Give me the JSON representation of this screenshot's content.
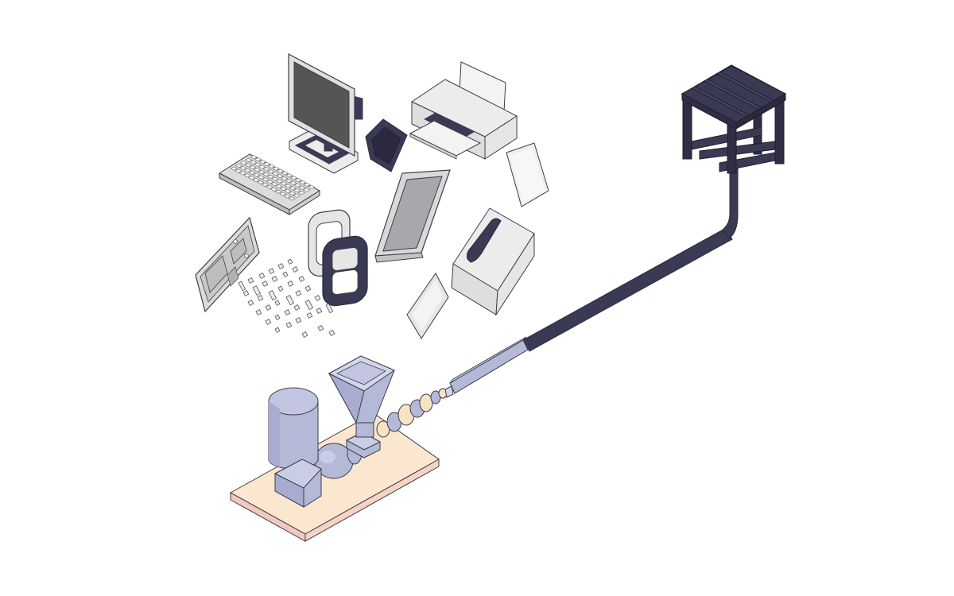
{
  "diagram": {
    "subject": "isometric-e-waste-recycling-extrusion",
    "colors": {
      "line": "#3d3d4a",
      "device_light": "#ececec",
      "device_mid": "#c8c8c8",
      "screen_dark": "#555555",
      "extrudate": "#3b3a55",
      "machine": "#b4b9d8",
      "machine_shadow": "#9aa0c6",
      "plastic_bead": "#f6e3c4",
      "base_top": "#fbe6cf",
      "base_side": "#f2c9bf"
    },
    "groups": [
      {
        "id": "waste-electronics",
        "items": [
          "monitor-icon",
          "keyboard-icon",
          "computer-mouse-icon",
          "printer-icon",
          "tablet-icon",
          "phone-icon",
          "router-icon",
          "circuit-board-icon",
          "small-components-icon",
          "paper-sheet-icon",
          "power-adapter-icon"
        ]
      },
      {
        "id": "extruder-machine",
        "items": [
          "motor-icon",
          "gearbox-icon",
          "hopper-icon",
          "screw-barrel-icon",
          "die-icon",
          "base-plate-icon"
        ]
      },
      {
        "id": "output-product",
        "items": [
          "extruded-profile-icon",
          "stool-icon"
        ]
      }
    ]
  }
}
